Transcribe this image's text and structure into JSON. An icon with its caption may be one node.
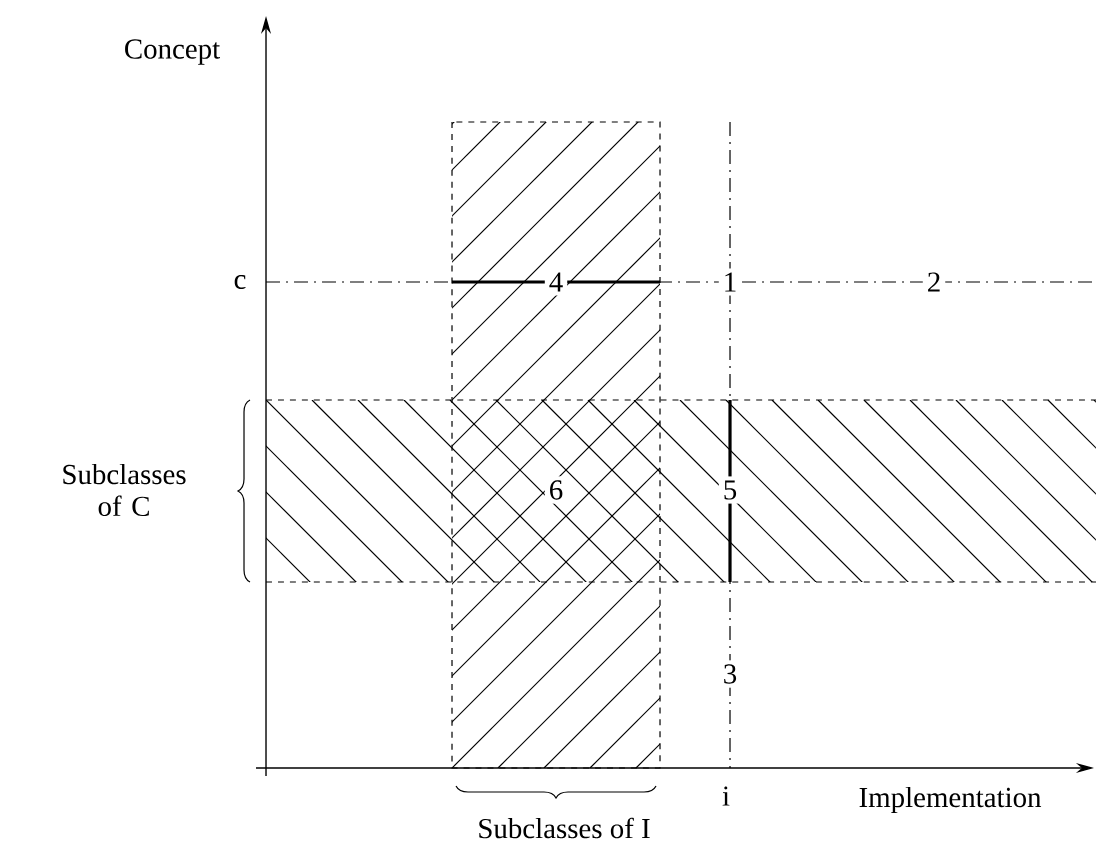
{
  "diagram": {
    "labels": [
      "Concept",
      "c",
      "4",
      "1",
      "2",
      "Subclasses of C",
      "6",
      "5",
      "3",
      "i",
      "Subclasses of I",
      "Implementation"
    ]
  }
}
